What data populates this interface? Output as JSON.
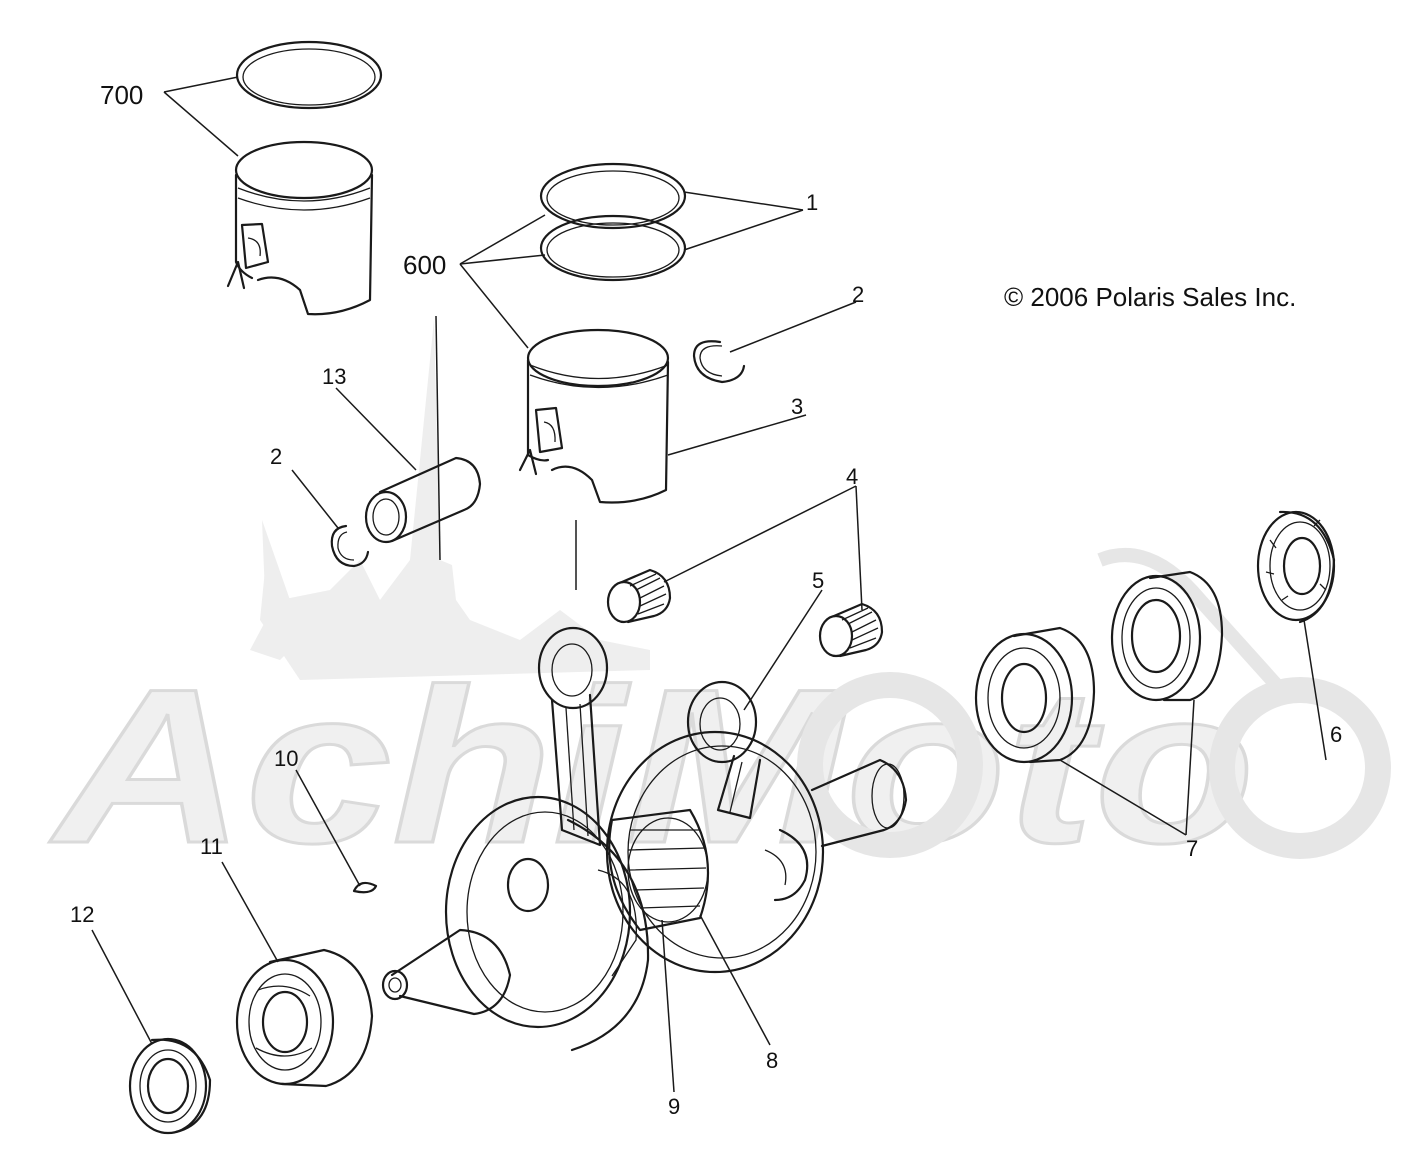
{
  "copyright": "© 2006 Polaris Sales Inc.",
  "watermark_text": "AchiMoto",
  "callouts": {
    "c700": "700",
    "c600": "600",
    "c1": "1",
    "c2a": "2",
    "c2b": "2",
    "c3": "3",
    "c4": "4",
    "c5": "5",
    "c6": "6",
    "c7": "7",
    "c8": "8",
    "c9": "9",
    "c10": "10",
    "c11": "11",
    "c12": "12",
    "c13": "13"
  }
}
